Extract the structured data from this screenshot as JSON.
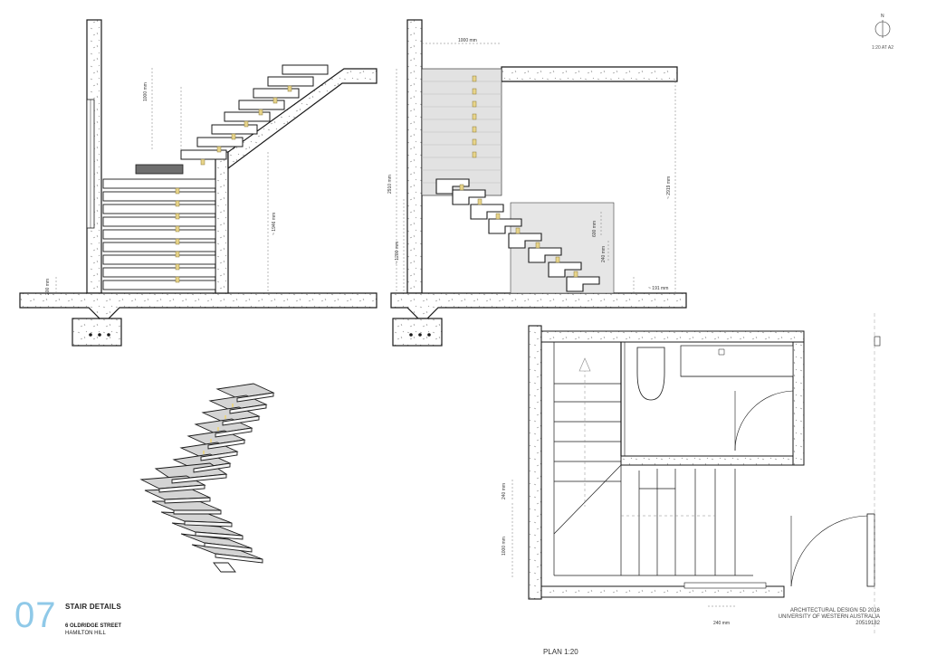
{
  "sheet": {
    "page_number": "07",
    "title": "STAIR DETAILS",
    "address_line1": "6 OLDRIDGE STREET",
    "address_line2": "HAMILTON HILL",
    "credit_line1": "ARCHITECTURAL DESIGN 5D   2016",
    "credit_line2": "UNIVERSITY OF WESTERN AUSTRALIA",
    "credit_line3": "20519182",
    "north_label": "N",
    "scale_note": "1:20 AT A2",
    "plan_caption": "PLAN   1:20"
  },
  "section1": {
    "dim_handrail": "1000 mm",
    "dim_rise": "~ 1946 mm",
    "dim_step": "200 mm"
  },
  "section2": {
    "dim_top": "1000 mm",
    "dim_total": "2910 mm",
    "dim_total2": "~ 2919 mm",
    "dim_lower": "~ 1200 mm",
    "dim_600": "600 mm",
    "dim_240": "240 mm",
    "dim_191": "~ 191 mm"
  },
  "plan": {
    "dim_240_side": "240 mm",
    "dim_1000_side": "1000 mm",
    "dim_240_bottom": "240 mm"
  },
  "colors": {
    "line": "#1a1a1a",
    "concrete_fill": "#ffffff",
    "tread_grey": "#d4d4d4",
    "dark_tread": "#6e6e6e",
    "brass": "#e8d48a",
    "accent_blue": "#8fc9e8"
  }
}
